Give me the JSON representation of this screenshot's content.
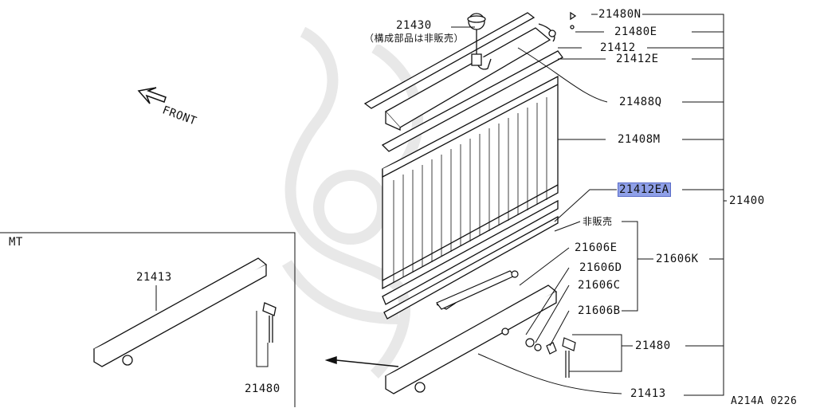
{
  "diagram": {
    "inset_label": "MT",
    "front_label": "FRONT",
    "drawing_code": "A214A 0226",
    "colors": {
      "line": "#111111",
      "highlight": "#8fa0e8",
      "watermark": "#e6e6e6"
    },
    "parts": {
      "p21430": "21430",
      "p21430_note": "（構成部品は非販売）",
      "p21480N": "21480N",
      "p21480E": "21480E",
      "p21412": "21412",
      "p21412E": "21412E",
      "p21488Q": "21488Q",
      "p21408M": "21408M",
      "p21412EA": "21412EA",
      "p21400": "21400",
      "not_sold": "非販売",
      "p21606E": "21606E",
      "p21606D": "21606D",
      "p21606C": "21606C",
      "p21606B": "21606B",
      "p21606K": "21606K",
      "p21480": "21480",
      "p21413": "21413",
      "mt_21413": "21413",
      "mt_21480": "21480"
    }
  }
}
